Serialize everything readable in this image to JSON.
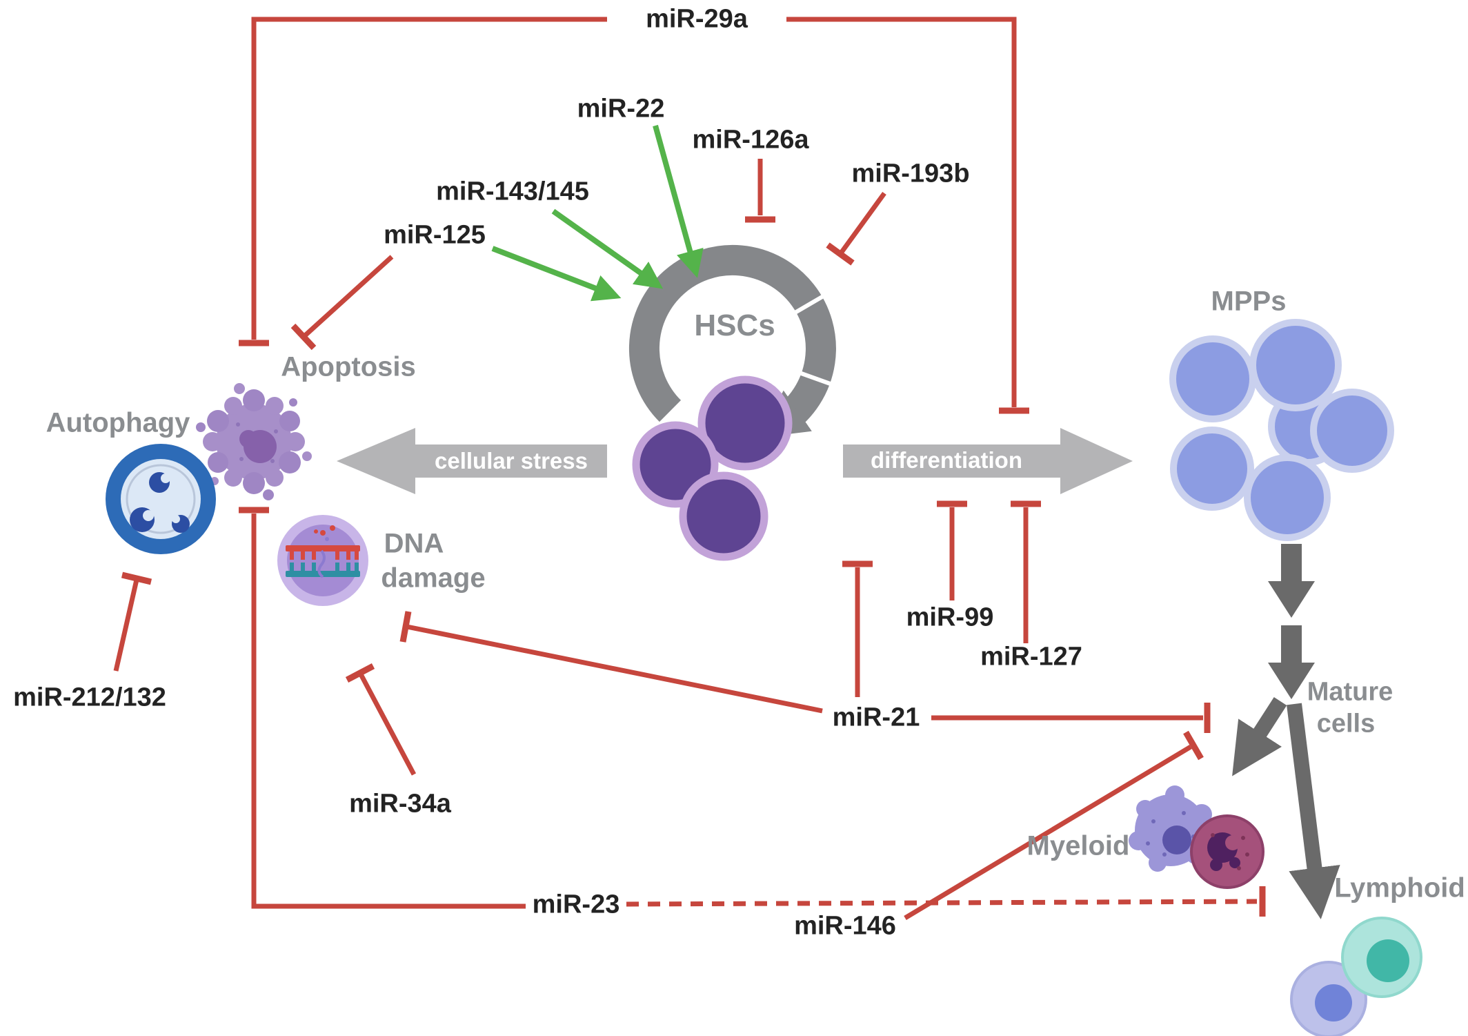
{
  "labels": {
    "mir_29a": "miR-29a",
    "mir_22": "miR-22",
    "mir_126a": "miR-126a",
    "mir_143_145": "miR-143/145",
    "mir_193b": "miR-193b",
    "mir_125": "miR-125",
    "mir_212_132": "miR-212/132",
    "mir_34a": "miR-34a",
    "mir_21": "miR-21",
    "mir_99": "miR-99",
    "mir_127": "miR-127",
    "mir_146": "miR-146",
    "mir_23": "miR-23"
  },
  "nodes": {
    "hscs": "HSCs",
    "mpps": "MPPs",
    "apoptosis": "Apoptosis",
    "autophagy": "Autophagy",
    "dna_damage_line1": "DNA",
    "dna_damage_line2": "damage",
    "mature_cells_line1": "Mature",
    "mature_cells_line2": "cells",
    "myeloid": "Myeloid",
    "lymphoid": "Lymphoid"
  },
  "process_arrows": {
    "cellular_stress": "cellular stress",
    "differentiation": "differentiation"
  },
  "colors": {
    "inhibition_red": "#c6463d",
    "activation_green": "#54b34a",
    "process_arrow_gray": "#b4b4b6",
    "flow_arrow_dark_gray": "#6a6a6a",
    "self_renewal_ring_gray": "#85878a",
    "node_label_gray": "#8a8d90",
    "mirna_label_black": "#232323",
    "hsc_cell_purple": "#5e4492",
    "hsc_cell_outline": "#c2a2d8",
    "mpp_cell_blue": "#8c9ce2",
    "autophagy_ring_blue": "#2d6bb7",
    "dna_damage_lavender": "#a48bd4",
    "myeloid_cell_maroon": "#a5517b",
    "myeloid_cell_lavender": "#9c96d8",
    "lymphoid_cell_teal": "#41b7a7",
    "lymphoid_cell_blue": "#7083d8"
  },
  "edges": [
    {
      "source": "miR-29a",
      "target": "Apoptosis",
      "effect": "inhibits",
      "line": "solid"
    },
    {
      "source": "miR-29a",
      "target": "differentiation",
      "effect": "inhibits",
      "line": "solid"
    },
    {
      "source": "miR-22",
      "target": "HSCs",
      "effect": "activates",
      "line": "solid"
    },
    {
      "source": "miR-143/145",
      "target": "HSCs",
      "effect": "activates",
      "line": "solid"
    },
    {
      "source": "miR-125",
      "target": "HSCs",
      "effect": "activates",
      "line": "solid"
    },
    {
      "source": "miR-125",
      "target": "Apoptosis",
      "effect": "inhibits",
      "line": "solid"
    },
    {
      "source": "miR-126a",
      "target": "HSCs",
      "effect": "inhibits",
      "line": "solid"
    },
    {
      "source": "miR-193b",
      "target": "HSCs",
      "effect": "inhibits",
      "line": "solid"
    },
    {
      "source": "miR-212/132",
      "target": "Autophagy",
      "effect": "inhibits",
      "line": "solid"
    },
    {
      "source": "miR-34a",
      "target": "DNA damage",
      "effect": "inhibits",
      "line": "solid"
    },
    {
      "source": "miR-21",
      "target": "DNA damage",
      "effect": "inhibits",
      "line": "solid"
    },
    {
      "source": "miR-21",
      "target": "differentiation",
      "effect": "inhibits",
      "line": "solid"
    },
    {
      "source": "miR-21",
      "target": "Mature cells",
      "effect": "inhibits",
      "line": "solid"
    },
    {
      "source": "miR-146",
      "target": "Mature cells",
      "effect": "inhibits",
      "line": "solid"
    },
    {
      "source": "miR-99",
      "target": "differentiation",
      "effect": "inhibits",
      "line": "solid"
    },
    {
      "source": "miR-127",
      "target": "differentiation",
      "effect": "inhibits",
      "line": "solid"
    },
    {
      "source": "miR-23",
      "target": "Apoptosis",
      "effect": "inhibits",
      "line": "solid"
    },
    {
      "source": "miR-23",
      "target": "Lymphoid",
      "effect": "inhibits",
      "line": "dashed"
    },
    {
      "source": "HSCs",
      "target": "Apoptosis",
      "effect": "cellular stress",
      "line": "block-arrow"
    },
    {
      "source": "HSCs",
      "target": "MPPs",
      "effect": "differentiation",
      "line": "block-arrow"
    },
    {
      "source": "MPPs",
      "target": "Mature cells",
      "effect": "flow",
      "line": "arrow"
    },
    {
      "source": "Mature cells",
      "target": "Myeloid",
      "effect": "flow",
      "line": "arrow"
    },
    {
      "source": "Mature cells",
      "target": "Lymphoid",
      "effect": "flow",
      "line": "arrow"
    }
  ]
}
